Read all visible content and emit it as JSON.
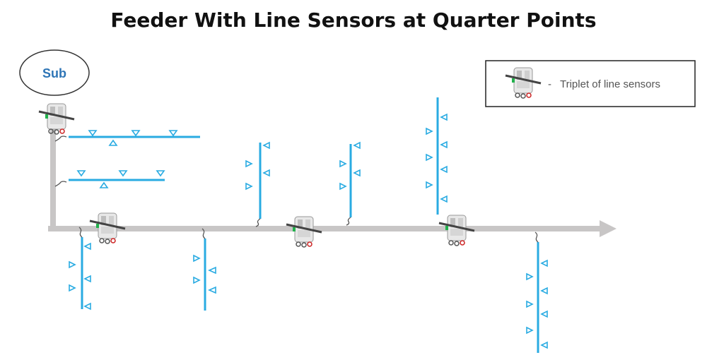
{
  "title": "Feeder With Line Sensors at Quarter Points",
  "substation": {
    "label": "Sub"
  },
  "legend": {
    "dash": "-",
    "text": "Triplet of line sensors",
    "icon": "line-sensor-icon"
  },
  "colors": {
    "feeder": "#c8c6c6",
    "lateral": "#29abe2",
    "sensor_body": "#e6e6e6",
    "sensor_clamp": "#444444",
    "sensor_green": "#22b14c",
    "sensor_red": "#cc2222",
    "sub_label": "#2e75b6"
  }
}
